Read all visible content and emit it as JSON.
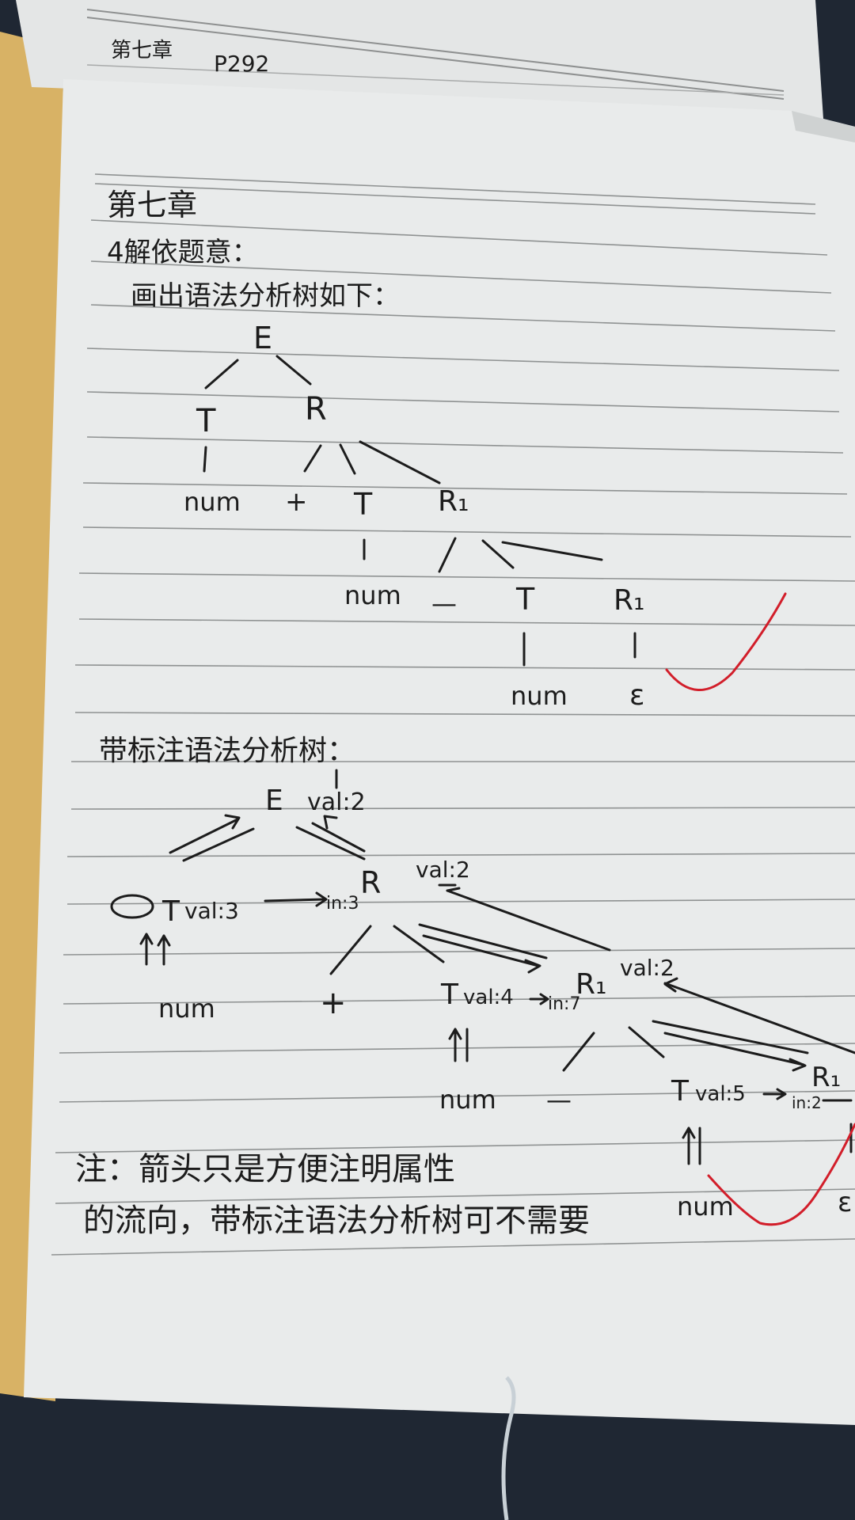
{
  "colors": {
    "paper": "#e8eaea",
    "ink": "#1c1c1c",
    "red_check": "#d21e2a",
    "folder": "#d8b265",
    "desk": "#1f2733"
  },
  "back_page": {
    "chapter": "第七章",
    "page_ref": "P292"
  },
  "header": {
    "chapter": "第七章",
    "question": "4解依题意：",
    "instruction": "画出语法分析树如下："
  },
  "parse_tree": {
    "root": "E",
    "t1": "T",
    "r": "R",
    "num1": "num",
    "plus": "+",
    "t2": "T",
    "r1a": "R₁",
    "num2": "num",
    "minus": "—",
    "t3": "T",
    "r1b": "R₁",
    "num3": "num",
    "eps": "ε"
  },
  "annotated_title": "带标注语法分析树：",
  "annotated_tree": {
    "root": "E",
    "root_val": "val:2",
    "t1": "T",
    "t1_val": "val:3",
    "r": "R",
    "r_in": "in:3",
    "r_val": "val:2",
    "num1": "num",
    "plus": "+",
    "t2": "T",
    "t2_val": "val:4",
    "r1": "R₁",
    "r1_in": "in:7",
    "r1_val": "val:2",
    "num2": "num",
    "minus": "—",
    "t3": "T",
    "t3_val": "val:5",
    "r1b": "R₁",
    "r1b_in": "in:2",
    "num3": "num",
    "eps": "ε"
  },
  "note": {
    "line1": "注：箭头只是方便注明属性",
    "line2": "的流向，带标注语法分析树可不需要"
  }
}
